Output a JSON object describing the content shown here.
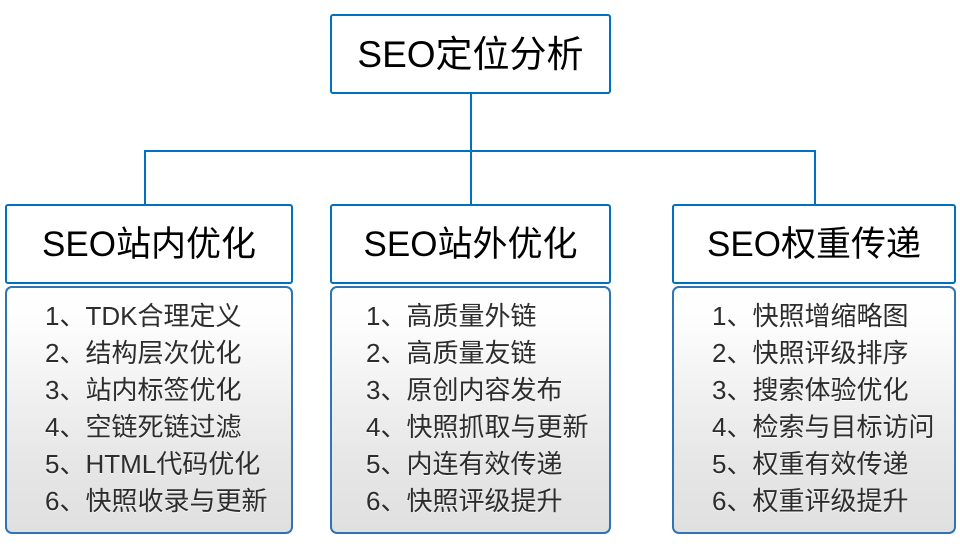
{
  "diagram": {
    "type": "org-chart",
    "accent_color": "#0070c0",
    "border_color": "#2e75b6",
    "text_color": "#000000",
    "item_text_color": "#2d2d2d",
    "background": "#ffffff",
    "root": {
      "title": "SEO定位分析"
    },
    "branches": [
      {
        "title": "SEO站内优化",
        "items": [
          "1、TDK合理定义",
          "2、结构层次优化",
          "3、站内标签优化",
          "4、空链死链过滤",
          "5、HTML代码优化",
          "6、快照收录与更新"
        ]
      },
      {
        "title": "SEO站外优化",
        "items": [
          "1、高质量外链",
          "2、高质量友链",
          "3、原创内容发布",
          "4、快照抓取与更新",
          "5、内连有效传递",
          "6、快照评级提升"
        ]
      },
      {
        "title": "SEO权重传递",
        "items": [
          "1、快照增缩略图",
          "2、快照评级排序",
          "3、搜索体验优化",
          "4、检索与目标访问",
          "5、权重有效传递",
          "6、权重评级提升"
        ]
      }
    ]
  }
}
